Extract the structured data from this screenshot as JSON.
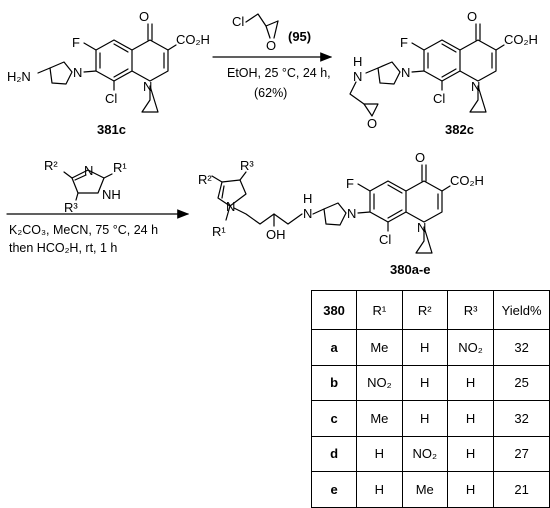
{
  "compounds": {
    "start": {
      "label": "381c",
      "F": "F",
      "O": "O",
      "acid": "CO₂H",
      "amine": "H₂N",
      "N": "N",
      "Cl": "Cl"
    },
    "middle": {
      "label": "382c",
      "F": "F",
      "O": "O",
      "acid": "CO₂H",
      "H": "H",
      "N": "N",
      "Cl": "Cl",
      "epoxO": "O"
    },
    "imidazole": {
      "R1": "R¹",
      "R2": "R²",
      "R3": "R³",
      "N": "N",
      "NH": "NH"
    },
    "product": {
      "label": "380a-e",
      "F": "F",
      "O": "O",
      "acid": "CO₂H",
      "H": "H",
      "N": "N",
      "Cl": "Cl",
      "OH": "OH",
      "R1": "R¹",
      "R2": "R²",
      "R3": "R³"
    }
  },
  "step1": {
    "reagent_cl": "Cl",
    "reagent_o": "O",
    "reagent_ref": "(95)",
    "conditions": "EtOH, 25 °C, 24 h,",
    "yield": "(62%)"
  },
  "step2": {
    "line1": "K₂CO₃, MeCN, 75 °C, 24 h",
    "line2": "then HCO₂H, rt, 1 h"
  },
  "table": {
    "headers": [
      "380",
      "R¹",
      "R²",
      "R³",
      "Yield%"
    ],
    "rows": [
      [
        "a",
        "Me",
        "H",
        "NO₂",
        "32"
      ],
      [
        "b",
        "NO₂",
        "H",
        "H",
        "25"
      ],
      [
        "c",
        "Me",
        "H",
        "H",
        "32"
      ],
      [
        "d",
        "H",
        "NO₂",
        "H",
        "27"
      ],
      [
        "e",
        "H",
        "Me",
        "H",
        "21"
      ]
    ]
  }
}
